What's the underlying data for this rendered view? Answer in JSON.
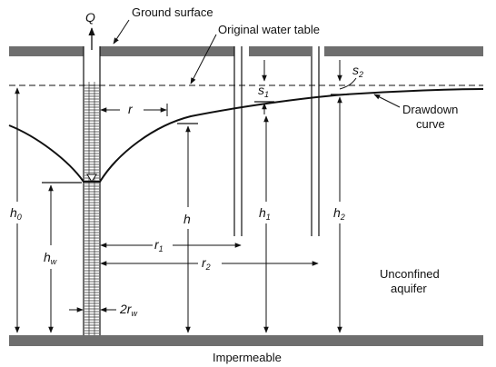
{
  "labels": {
    "q": "Q",
    "ground_surface": "Ground surface",
    "original_water_table": "Original water table",
    "drawdown_curve_line1": "Drawdown",
    "drawdown_curve_line2": "curve",
    "unconfined_line1": "Unconfined",
    "unconfined_line2": "aquifer",
    "impermeable": "Impermeable"
  },
  "symbols": {
    "r": "r",
    "h": "h",
    "h0": {
      "base": "h",
      "sub": "0"
    },
    "hw": {
      "base": "h",
      "sub": "w"
    },
    "h1": {
      "base": "h",
      "sub": "1"
    },
    "h2": {
      "base": "h",
      "sub": "2"
    },
    "s1": {
      "base": "s",
      "sub": "1"
    },
    "s2": {
      "base": "s",
      "sub": "2"
    },
    "r1": {
      "base": "r",
      "sub": "1"
    },
    "r2": {
      "base": "r",
      "sub": "2"
    },
    "rw": {
      "base": "2r",
      "sub": "w"
    }
  },
  "colors": {
    "ground_band": "#6e6e6e",
    "line": "#111111",
    "background": "#ffffff"
  }
}
